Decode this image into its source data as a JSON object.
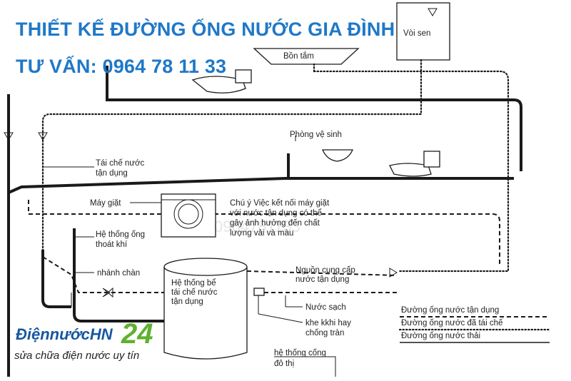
{
  "header": {
    "title": "THIẾT KẾ ĐƯỜNG ỐNG NƯỚC GIA ĐÌNH",
    "hotline": "TƯ VẤN: 0964 78 11 33"
  },
  "labels": {
    "shower": "Vòi sen",
    "bathtub": "Bồn tắm",
    "toilet_room": "Phòng vệ sinh",
    "recycle_water": [
      "Tái chế nước",
      "tận dụng"
    ],
    "washing_machine": "Máy giặt",
    "note": [
      "Chú ý  Việc kết nối máy giặt",
      "với nước tận dụng có thể",
      "gây ảnh hưởng đến chất",
      "lượng  vải và màu"
    ],
    "vent_system": [
      "Hệ thống ống",
      "thoát khí"
    ],
    "overflow_branch": "nhánh chàn",
    "recycle_tank": [
      "Hệ thống bể",
      "tái chế nước",
      "tận dụng"
    ],
    "supply_source": [
      "Nguồn cung cấp",
      "nước tận dụng"
    ],
    "clean_water": "Nước sạch",
    "overflow_slot": [
      "khe kkhi hay",
      "chống tràn"
    ],
    "sewer": [
      "hệ thống cống",
      "đô thị"
    ]
  },
  "legend": [
    {
      "label": "Đường ống nước tận dụng",
      "style": "dashed"
    },
    {
      "label": "Đường ống nước đã tái chế",
      "style": "dotted"
    },
    {
      "label": "Đường ống nước thải",
      "style": "solid"
    }
  ],
  "brand": {
    "name": "ĐiệnnướcHN",
    "number": "24",
    "tagline": "sửa chữa điện nước uy tín",
    "watermark": "0964781133"
  },
  "colors": {
    "headline": "#1f78c8",
    "brand_blue": "#17579e",
    "brand_green": "#5fb12f",
    "pipe": "#1a1a1a"
  }
}
